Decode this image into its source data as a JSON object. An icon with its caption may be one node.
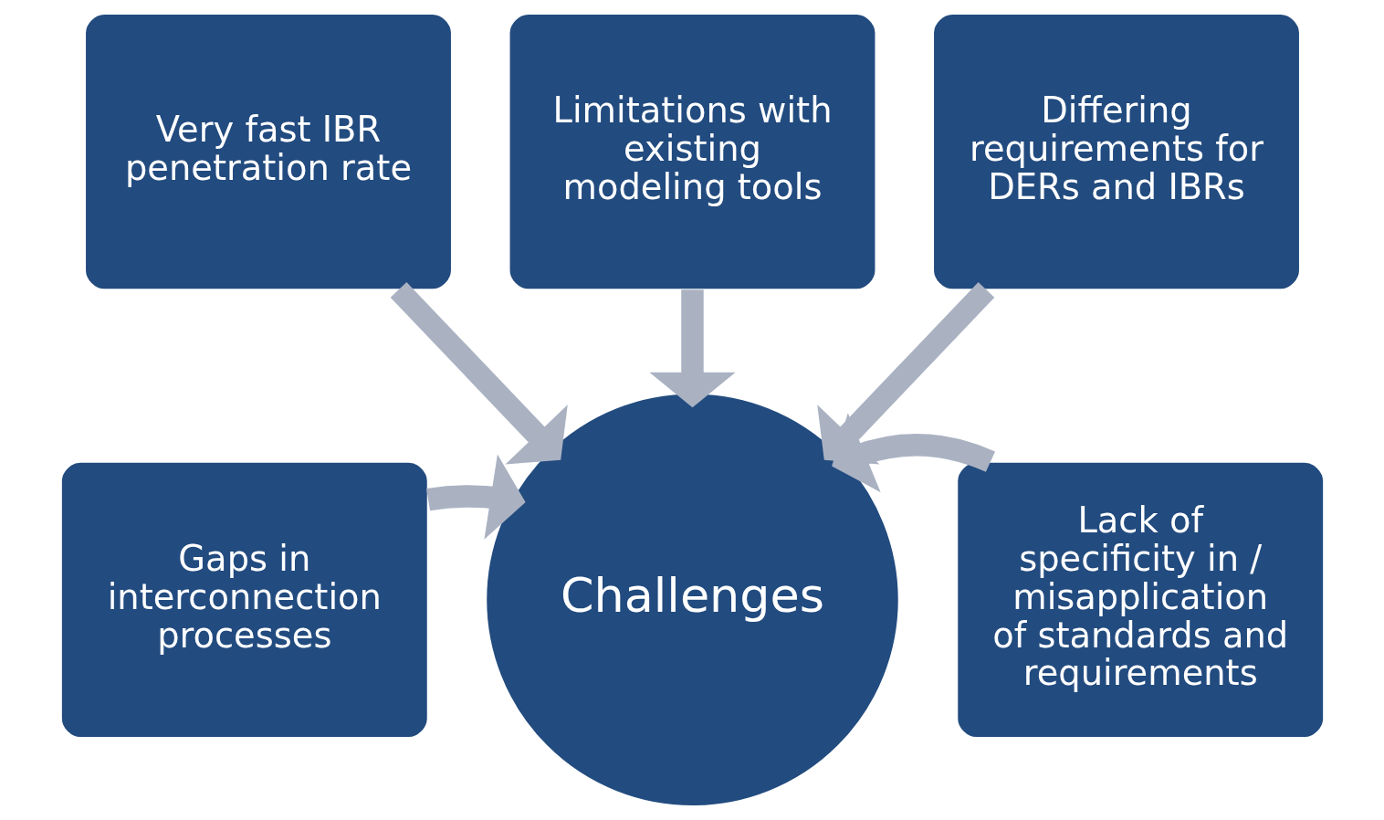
{
  "diagram": {
    "nodes": [
      {
        "text": [
          "Limitations with existing modeling tools"
        ]
      },
      {
        "text": [
          "Very fast IBR penetration rate"
        ]
      },
      {
        "text": [
          "Differing requirements for DERs and IBRs"
        ]
      },
      {
        "text": [
          "Gaps in interconnection processes"
        ]
      },
      {
        "text": [
          "Challenges"
        ]
      },
      {
        "text": [
          "Lack of specificity in / misapplication of standards and requirements"
        ]
      }
    ],
    "edges": [
      {
        "from": 1,
        "to": 4,
        "arrow": "to"
      },
      {
        "from": 0,
        "to": 4,
        "arrow": "to"
      },
      {
        "from": 2,
        "to": 4,
        "arrow": "to"
      },
      {
        "from": 3,
        "to": 4,
        "arrow": "to"
      },
      {
        "from": 5,
        "to": 4,
        "arrow": "to"
      }
    ]
  }
}
